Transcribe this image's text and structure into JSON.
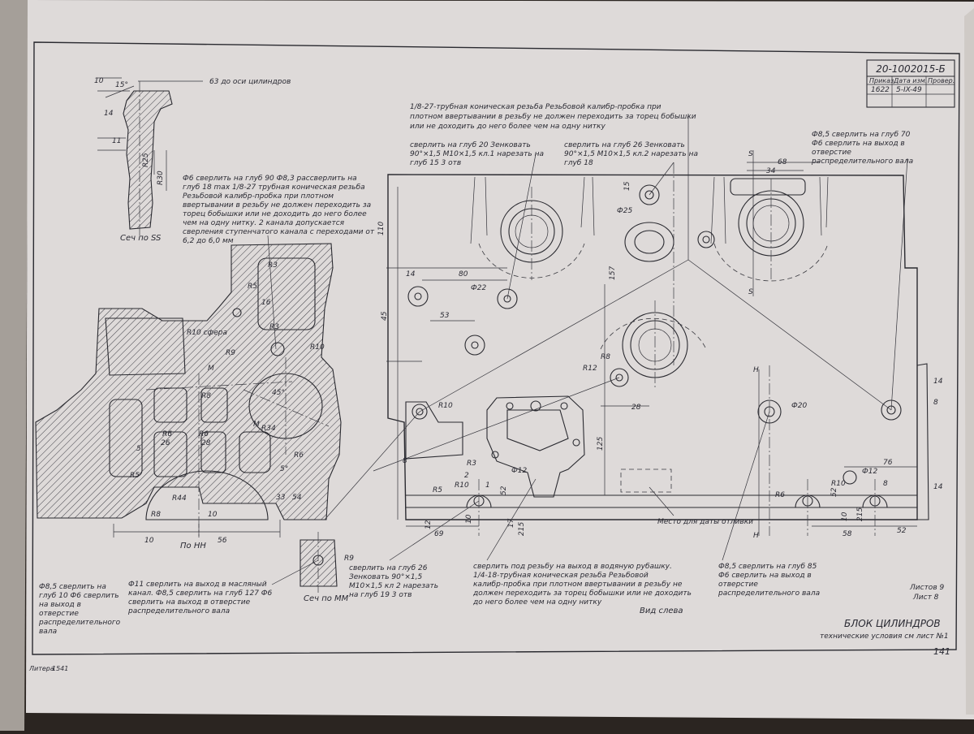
{
  "stamp": {
    "number": "20-1002015-Б",
    "headers": [
      "Приказ",
      "Дата изм.",
      "Провер."
    ],
    "row": [
      "1622",
      "5-IX-49",
      ""
    ]
  },
  "sheet": {
    "title": "БЛОК ЦИЛИНДРОВ",
    "conditions": "технические условия см лист №1",
    "sheet_a": "Листов 9",
    "sheet_b": "Лист 8",
    "page_number": "141",
    "footer_left": "Литера",
    "footer_code": "1541"
  },
  "section_ss": {
    "label": "Сеч по SS",
    "dims": [
      "10",
      "15°",
      "14",
      "11",
      "R25",
      "R30"
    ],
    "note": "63 до оси цилиндров"
  },
  "section_nn": {
    "label": "По НН",
    "dims": [
      "R3",
      "R5",
      "16",
      "R3",
      "R10 сфера",
      "R9",
      "R10",
      "M",
      "R8",
      "R6",
      "26",
      "R6",
      "45°",
      "R34",
      "28",
      "R6",
      "5",
      "R5",
      "R44",
      "R8",
      "10",
      "5°",
      "33",
      "10",
      "56",
      "54",
      "M"
    ]
  },
  "section_mm": {
    "label": "Сеч по ММ",
    "dims": [
      "R9"
    ]
  },
  "view": {
    "label": "Вид слева",
    "casting_note": "Место для даты отливки",
    "dims": [
      "110",
      "14",
      "80",
      "Ф22",
      "45",
      "53",
      "Ф25",
      "15",
      "157",
      "S",
      "68",
      "34",
      "S",
      "R12",
      "R8",
      "28",
      "125",
      "Н",
      "Ф20",
      "Н",
      "14",
      "8",
      "14",
      "R10",
      "8",
      "R5",
      "R3",
      "R10",
      "Ф12",
      "2",
      "1",
      "52",
      "12",
      "69",
      "10",
      "17",
      "215",
      "76",
      "Ф12",
      "R10",
      "R6",
      "8",
      "52",
      "10",
      "215",
      "58",
      "52"
    ]
  },
  "notes": {
    "n_top": "1/8-27-трубная коническая резьба Резьбовой калибр-пробка при плотном ввертывании в резьбу не должен переходить за торец бобышки или не доходить до него более чем на одну нитку",
    "n_left": "Ф6 сверлить на глуб 90 Ф8,3 рассверлить на глуб 18 max 1/8-27 трубная коническая резьба Резьбовой калибр-пробка при плотном ввертывании в резьбу не должен переходить за торец бобышки или не доходить до него более чем на одну нитку. 2 канала допускается сверления ступенчатого канала с переходами от 6,2 до 6,0 мм",
    "n_drill20": "сверлить на глуб 20 Зенковать 90°×1,5 М10×1,5 кл.1 нарезать на глуб 15 3 отв",
    "n_drill26a": "сверлить на глуб 26 Зенковать 90°×1,5 М10×1,5 кл.2 нарезать на глуб 18",
    "n_drill70": "Ф8,5 сверлить на глуб 70 Ф6 сверлить на выход в отверстие распределительного вала",
    "n_bl1": "Ф8,5 сверлить на глуб 10 Ф6 сверлить на выход в отверстие распределительного вала",
    "n_bl2": "Ф11 сверлить на выход в масляный канал. Ф8,5 сверлить на глуб 127 Ф6 сверлить на выход в отверстие распределительного вала",
    "n_bm1": "сверлить на глуб 26 Зенковать 90°×1,5 М10×1,5 кл 2 нарезать на глуб 19 3 отв",
    "n_bm2": "сверлить под резьбу на выход в водяную рубашку. 1/4-18-трубная коническая резьба Резьбовой калибр-пробка при плотном ввертывании в резьбу не должен переходить за торец бобышки или не доходить до него более чем на одну нитку",
    "n_br": "Ф8,5 сверлить на глуб 85 Ф6 сверлить на выход в отверстие распределительного вала"
  }
}
